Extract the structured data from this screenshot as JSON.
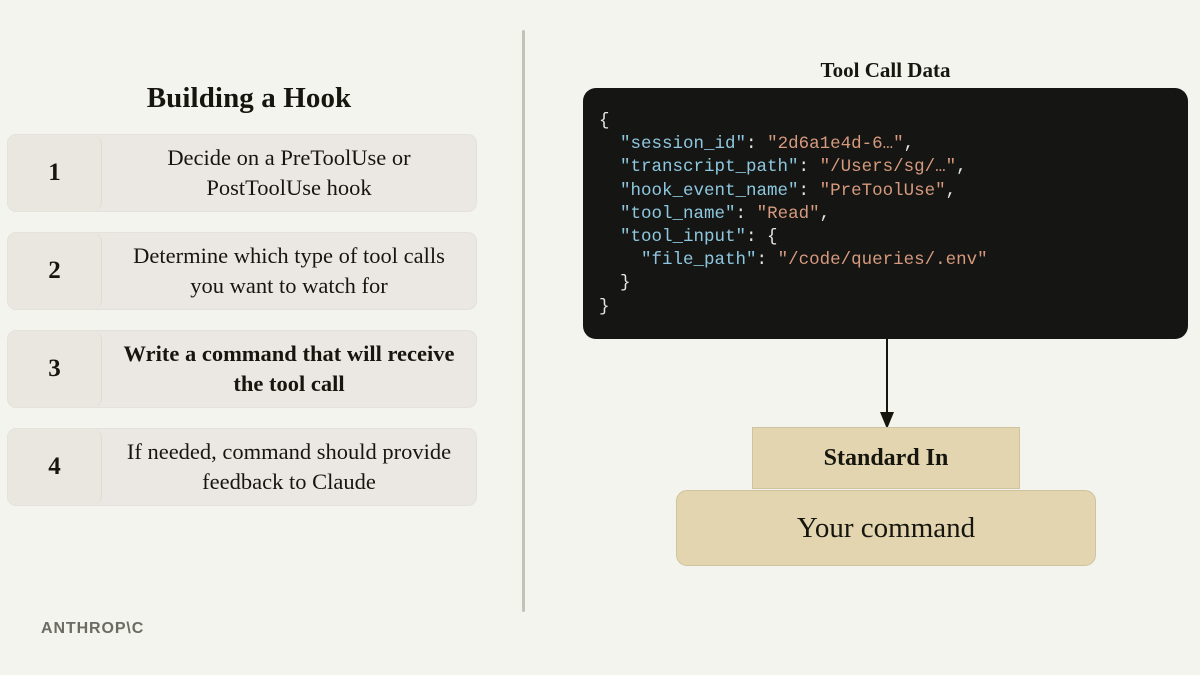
{
  "background_color": "#f4f4ef",
  "left": {
    "title": "Building a Hook",
    "steps": [
      {
        "num": "1",
        "text": "Decide on a PreToolUse or PostToolUse hook",
        "active": false
      },
      {
        "num": "2",
        "text": "Determine which type of tool calls you want to watch for",
        "active": false
      },
      {
        "num": "3",
        "text": "Write a command that will receive the tool call",
        "active": true
      },
      {
        "num": "4",
        "text": "If needed, command should provide feedback to Claude",
        "active": false
      }
    ]
  },
  "footer": {
    "logo": "ANTHROP\\C"
  },
  "right": {
    "title": "Tool Call Data",
    "code": {
      "background_color": "#151513",
      "key_color": "#8ec8e0",
      "string_color": "#d79a7e",
      "punct_color": "#e6e6e0",
      "lines": [
        [
          {
            "t": "punct",
            "v": "{"
          }
        ],
        [
          {
            "t": "punct",
            "v": "  "
          },
          {
            "t": "key",
            "v": "\"session_id\""
          },
          {
            "t": "punct",
            "v": ": "
          },
          {
            "t": "str",
            "v": "\"2d6a1e4d-6…\""
          },
          {
            "t": "punct",
            "v": ","
          }
        ],
        [
          {
            "t": "punct",
            "v": "  "
          },
          {
            "t": "key",
            "v": "\"transcript_path\""
          },
          {
            "t": "punct",
            "v": ": "
          },
          {
            "t": "str",
            "v": "\"/Users/sg/…\""
          },
          {
            "t": "punct",
            "v": ","
          }
        ],
        [
          {
            "t": "punct",
            "v": "  "
          },
          {
            "t": "key",
            "v": "\"hook_event_name\""
          },
          {
            "t": "punct",
            "v": ": "
          },
          {
            "t": "str",
            "v": "\"PreToolUse\""
          },
          {
            "t": "punct",
            "v": ","
          }
        ],
        [
          {
            "t": "punct",
            "v": "  "
          },
          {
            "t": "key",
            "v": "\"tool_name\""
          },
          {
            "t": "punct",
            "v": ": "
          },
          {
            "t": "str",
            "v": "\"Read\""
          },
          {
            "t": "punct",
            "v": ","
          }
        ],
        [
          {
            "t": "punct",
            "v": "  "
          },
          {
            "t": "key",
            "v": "\"tool_input\""
          },
          {
            "t": "punct",
            "v": ": {"
          }
        ],
        [
          {
            "t": "punct",
            "v": "    "
          },
          {
            "t": "key",
            "v": "\"file_path\""
          },
          {
            "t": "punct",
            "v": ": "
          },
          {
            "t": "str",
            "v": "\"/code/queries/.env\""
          }
        ],
        [
          {
            "t": "punct",
            "v": "  }"
          }
        ],
        [
          {
            "t": "punct",
            "v": "}"
          }
        ]
      ]
    },
    "flow": {
      "arrow_color": "#16160f",
      "box_color": "#e2d5b0",
      "stdin_label": "Standard In",
      "command_label": "Your command"
    }
  }
}
